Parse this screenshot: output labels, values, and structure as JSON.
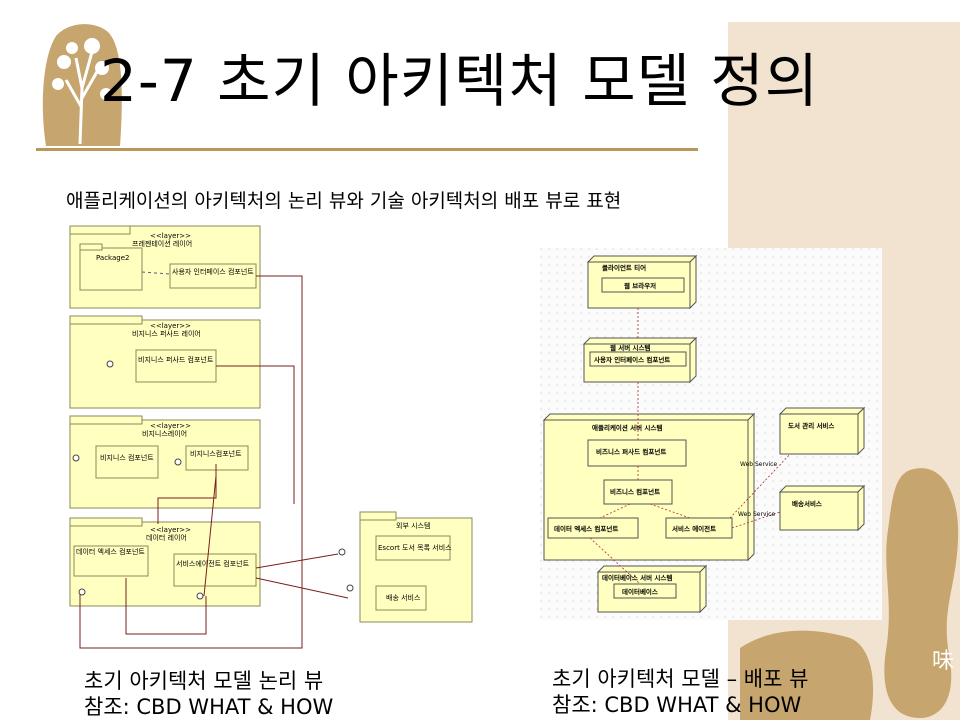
{
  "slide": {
    "title": "2-7 초기 아키텍처 모델 정의",
    "subtitle": "애플리케이션의 아키텍처의 논리 뷰와 기술 아키텍처의 배포 뷰로 표현",
    "colors": {
      "accent": "#b9965c",
      "panel": "#f1e3cf",
      "uml_fill": "#ffffc0",
      "uml_line": "#7a1f1f"
    }
  },
  "logical_view": {
    "caption_line1": "초기 아키텍처 모델 논리 뷰",
    "caption_line2": "참조: CBD WHAT & HOW",
    "layers": [
      {
        "stereotype": "<<layer>>",
        "name": "프레젠테이션 레이어",
        "components": [
          "Package2",
          "사용자 인터페이스 컴포넌트"
        ]
      },
      {
        "stereotype": "<<layer>>",
        "name": "비지니스 퍼사드 레이어",
        "components": [
          "비지니스 퍼사드 컴포넌트"
        ]
      },
      {
        "stereotype": "<<layer>>",
        "name": "비지니스레이어",
        "components": [
          "비지니스 컴포넌트",
          "비지니스컴포넌트"
        ]
      },
      {
        "stereotype": "<<layer>>",
        "name": "데이터 레이어",
        "components": [
          "데이터 엑세스 컴포넌트",
          "서비스에이전트 컴포넌트"
        ]
      }
    ],
    "external": {
      "name": "외부 시스템",
      "components": [
        "Escort 도서 목록 서비스",
        "배송 서비스"
      ]
    }
  },
  "deployment_view": {
    "caption_line1": "초기 아키텍처 모델 – 배포 뷰",
    "caption_line2": "참조: CBD WHAT & HOW",
    "nodes": {
      "client": {
        "name": "클라이언트 티어",
        "component": "웹 브라우저"
      },
      "web": {
        "name": "웹 서버 시스템",
        "component": "사용자 인터페이스 컴포넌트"
      },
      "app": {
        "name": "애플리케이션 서버 시스템",
        "components": [
          "비즈니스 퍼사드 컴포넌트",
          "비즈니스 컴포넌트",
          "데이터 엑세스 컴포넌트",
          "서비스 에이전트"
        ]
      },
      "db": {
        "name": "데이터베이스 서버 시스템",
        "component": "데이터베이스"
      },
      "book": {
        "name": "도서 관리 서비스"
      },
      "ship": {
        "name": "배송서비스"
      }
    },
    "edge_labels": [
      "Web Service",
      "Web Service"
    ]
  }
}
